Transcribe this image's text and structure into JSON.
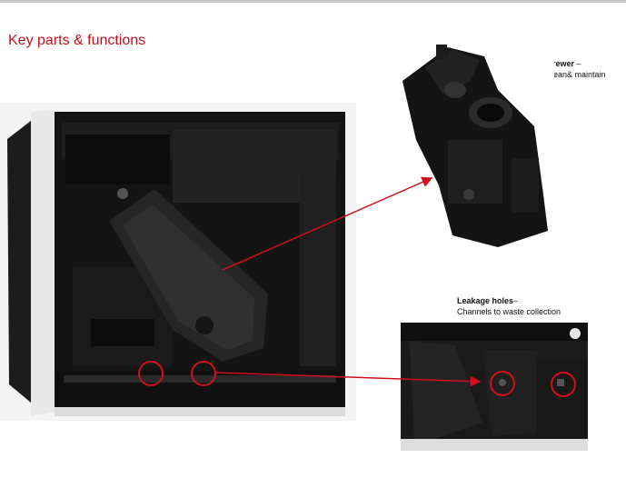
{
  "slide": {
    "title": "Key parts & functions",
    "accent_color": "#c0121f"
  },
  "callouts": {
    "brewer": {
      "heading": "Removable brewer",
      "dash": " –",
      "text": "stable, easy clean& maintain"
    },
    "leakage": {
      "heading": "Leakage holes",
      "dash": "–",
      "text": "Channels to waste collection"
    }
  },
  "icons": {
    "arrow": "red-arrow-icon",
    "circle": "red-circle-marker-icon"
  }
}
